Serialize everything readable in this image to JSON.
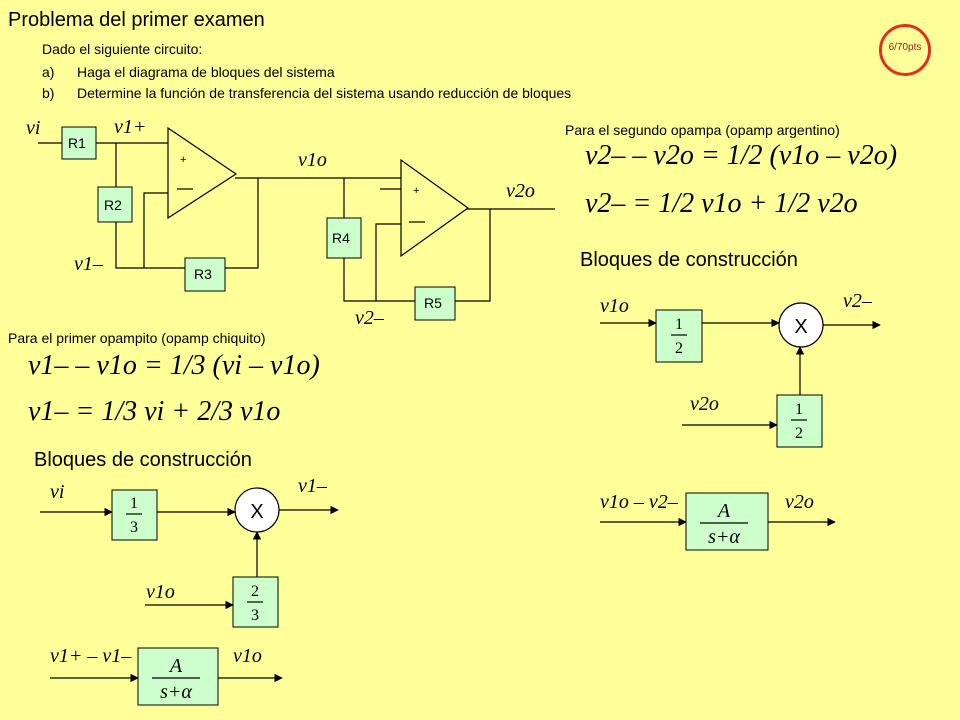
{
  "title": "Problema del primer examen",
  "score_badge": "6/70pts",
  "intro": "Dado el siguiente circuito:",
  "tasks": [
    {
      "marker": "a)",
      "text": "Haga el diagrama de bloques del sistema"
    },
    {
      "marker": "b)",
      "text": "Determine la función de transferencia del sistema usando reducción de bloques"
    }
  ],
  "circuit": {
    "resistors": [
      "R1",
      "R2",
      "R3",
      "R4",
      "R5"
    ],
    "opamp_plus": "+",
    "nodes": {
      "vi": "vi",
      "v1p": "v1+",
      "v1m": "v1–",
      "v1o": "v1o",
      "v2o": "v2o",
      "v2m": "v2–"
    }
  },
  "opamp1_caption": "Para el primer opampito (opamp chiquito)",
  "opamp1_equations": [
    "v1– – v1o = 1/3 (vi – v1o)",
    "v1– = 1/3 vi + 2/3 v1o"
  ],
  "opamp2_caption": "Para el segundo opampa (opamp argentino)",
  "opamp2_equations": [
    "v2– – v2o = 1/2 (v1o – v2o)",
    "v2– = 1/2 v1o + 1/2 v2o"
  ],
  "blocks_heading_1": "Bloques de construcción",
  "blocks_heading_2": "Bloques de construcción",
  "blocks1": {
    "gain_in": {
      "num": "1",
      "den": "3"
    },
    "gain_fb": {
      "num": "2",
      "den": "3"
    },
    "multiplier": "X",
    "in_label": "vi",
    "out_label": "v1–",
    "fb_label": "v1o",
    "tf": {
      "num": "A",
      "den": "s+α"
    },
    "tf_in": "v1+ – v1–",
    "tf_out": "v1o"
  },
  "blocks2": {
    "gain_in": {
      "num": "1",
      "den": "2"
    },
    "gain_fb": {
      "num": "1",
      "den": "2"
    },
    "multiplier": "X",
    "in_label": "v1o",
    "out_label": "v2–",
    "fb_label": "v2o",
    "tf": {
      "num": "A",
      "den": "s+α"
    },
    "tf_in": "v1o – v2–",
    "tf_out": "v2o"
  },
  "colors": {
    "background": "#FFFF99",
    "block_fill": "#CCFFCC",
    "badge_ring": "#E03020"
  }
}
